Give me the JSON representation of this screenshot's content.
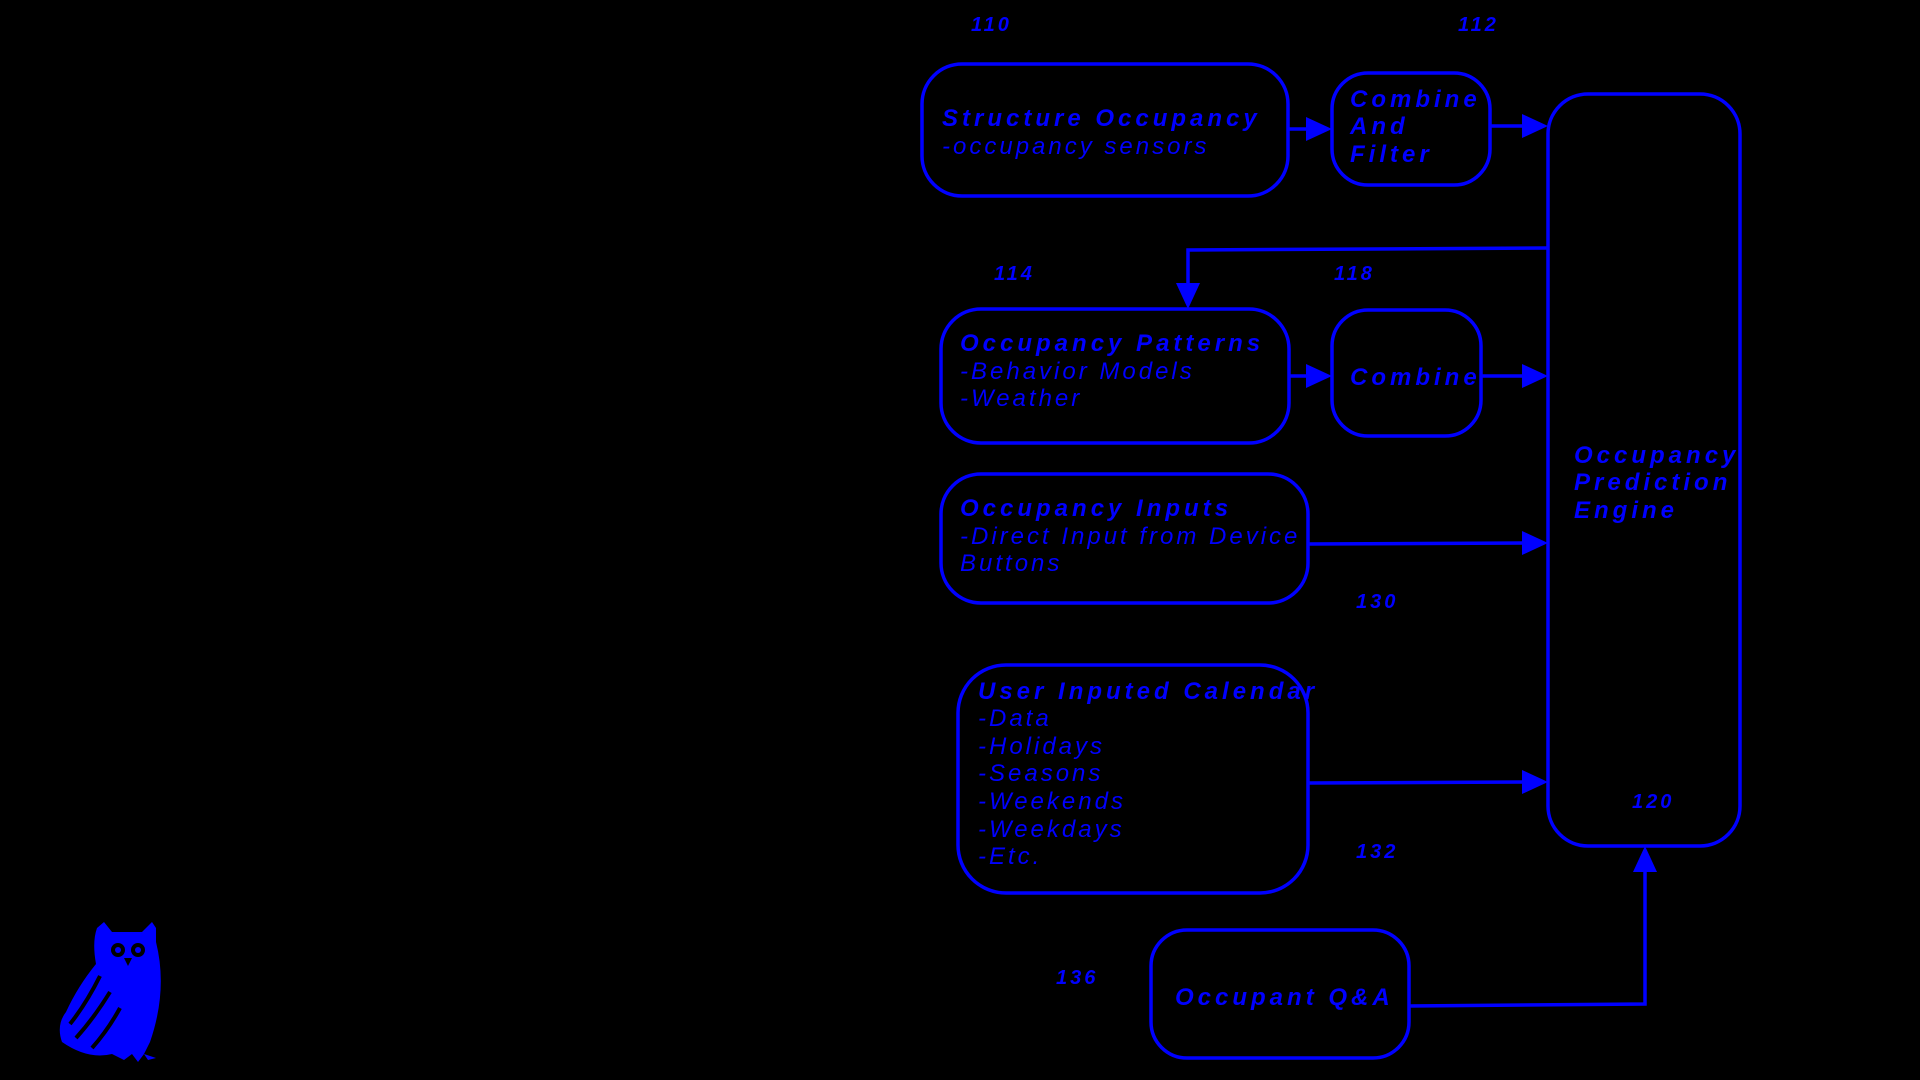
{
  "colors": {
    "background": "#000000",
    "line": "#0000ff"
  },
  "logo": {
    "icon": "owl-icon"
  },
  "boxes": {
    "structure_occupancy": {
      "title": "Structure Occupancy",
      "lines": [
        "-occupancy sensors"
      ]
    },
    "combine_filter": {
      "lines": [
        "Combine",
        "And",
        "Filter"
      ]
    },
    "occupancy_patterns": {
      "title": "Occupancy Patterns",
      "lines": [
        "-Behavior Models",
        "-Weather"
      ]
    },
    "combine": {
      "lines": [
        "Combine"
      ]
    },
    "occupancy_inputs": {
      "title": "Occupancy Inputs",
      "lines": [
        "-Direct Input from Device",
        "Buttons"
      ]
    },
    "user_calendar": {
      "title": "User Inputed Calendar",
      "lines": [
        "-Data",
        "-Holidays",
        "-Seasons",
        "-Weekends",
        "-Weekdays",
        "-Etc."
      ]
    },
    "occupant_qa": {
      "lines": [
        "Occupant Q&A"
      ]
    },
    "prediction_engine": {
      "lines": [
        "Occupancy",
        "Prediction",
        "Engine"
      ]
    }
  },
  "refs": {
    "r110": "110",
    "r112": "112",
    "r114": "114",
    "r118": "118",
    "r130": "130",
    "r132": "132",
    "r136": "136",
    "r120": "120"
  }
}
